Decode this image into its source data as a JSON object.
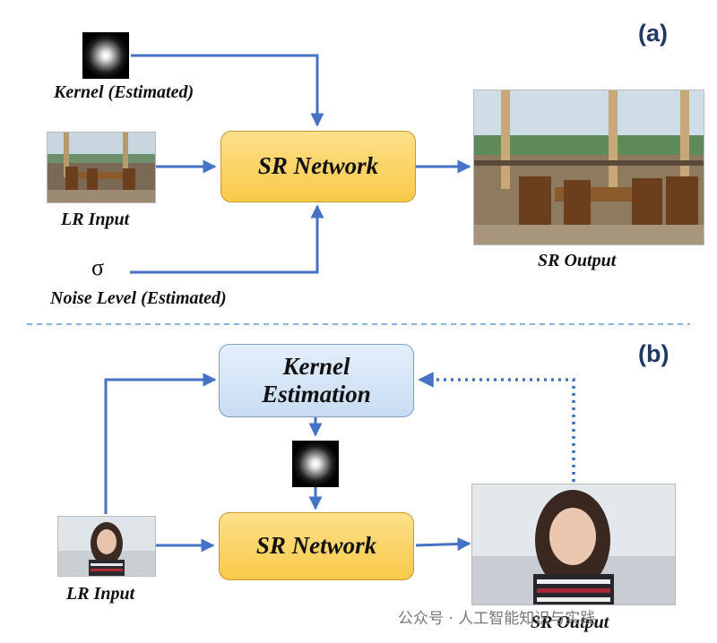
{
  "panel_a": {
    "tag": "(a)",
    "kernel_label": "Kernel (Estimated)",
    "lr_label": "LR Input",
    "sigma": "σ",
    "noise_label": "Noise Level (Estimated)",
    "network_label": "SR Network",
    "output_label": "SR Output"
  },
  "panel_b": {
    "tag": "(b)",
    "kernel_estimation_label": "Kernel\nEstimation",
    "network_label": "SR Network",
    "lr_label": "LR Input",
    "output_label": "SR Output"
  },
  "watermark": "公众号 · 人工智能知识与实践",
  "colors": {
    "arrow": "#4472c4",
    "divider": "#5b9bd5",
    "sr_fill": "#fbd565",
    "ke_fill": "#d6e5f6"
  }
}
